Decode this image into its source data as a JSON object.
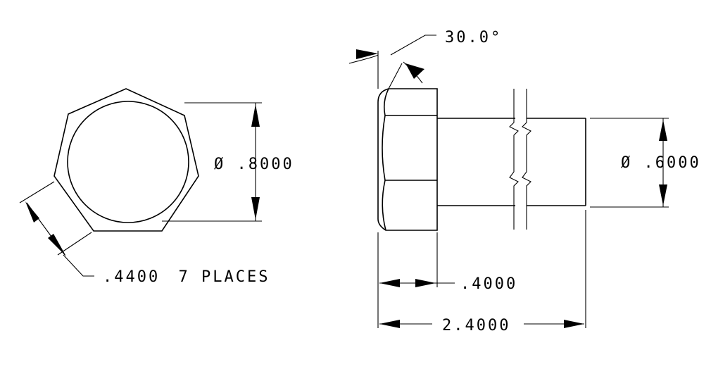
{
  "drawing": {
    "end_view": {
      "head_diameter": "Ø .8000",
      "flat_width": ".4400",
      "flat_count": "7 PLACES"
    },
    "side_view": {
      "chamfer_angle": "30.0°",
      "shank_diameter": "Ø .6000",
      "head_length": ".4000",
      "overall_length": "2.4000"
    }
  }
}
